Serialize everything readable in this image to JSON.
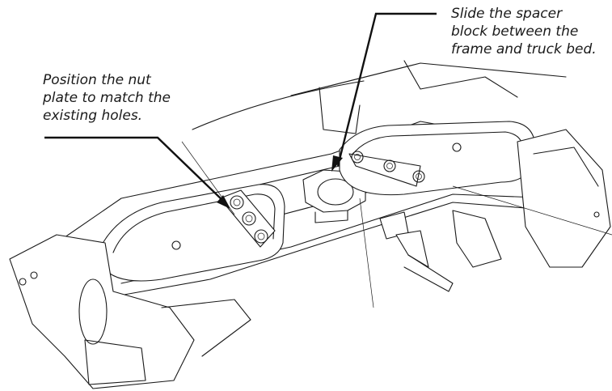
{
  "callouts": {
    "spacer": {
      "line1": "Slide the spacer",
      "line2": "block between the",
      "line3": "frame and truck bed."
    },
    "nut_plate": {
      "line1": "Position the nut",
      "line2": "plate to match the",
      "line3": "existing holes."
    }
  },
  "colors": {
    "ink": "#1a1a1a",
    "background": "#ffffff"
  }
}
